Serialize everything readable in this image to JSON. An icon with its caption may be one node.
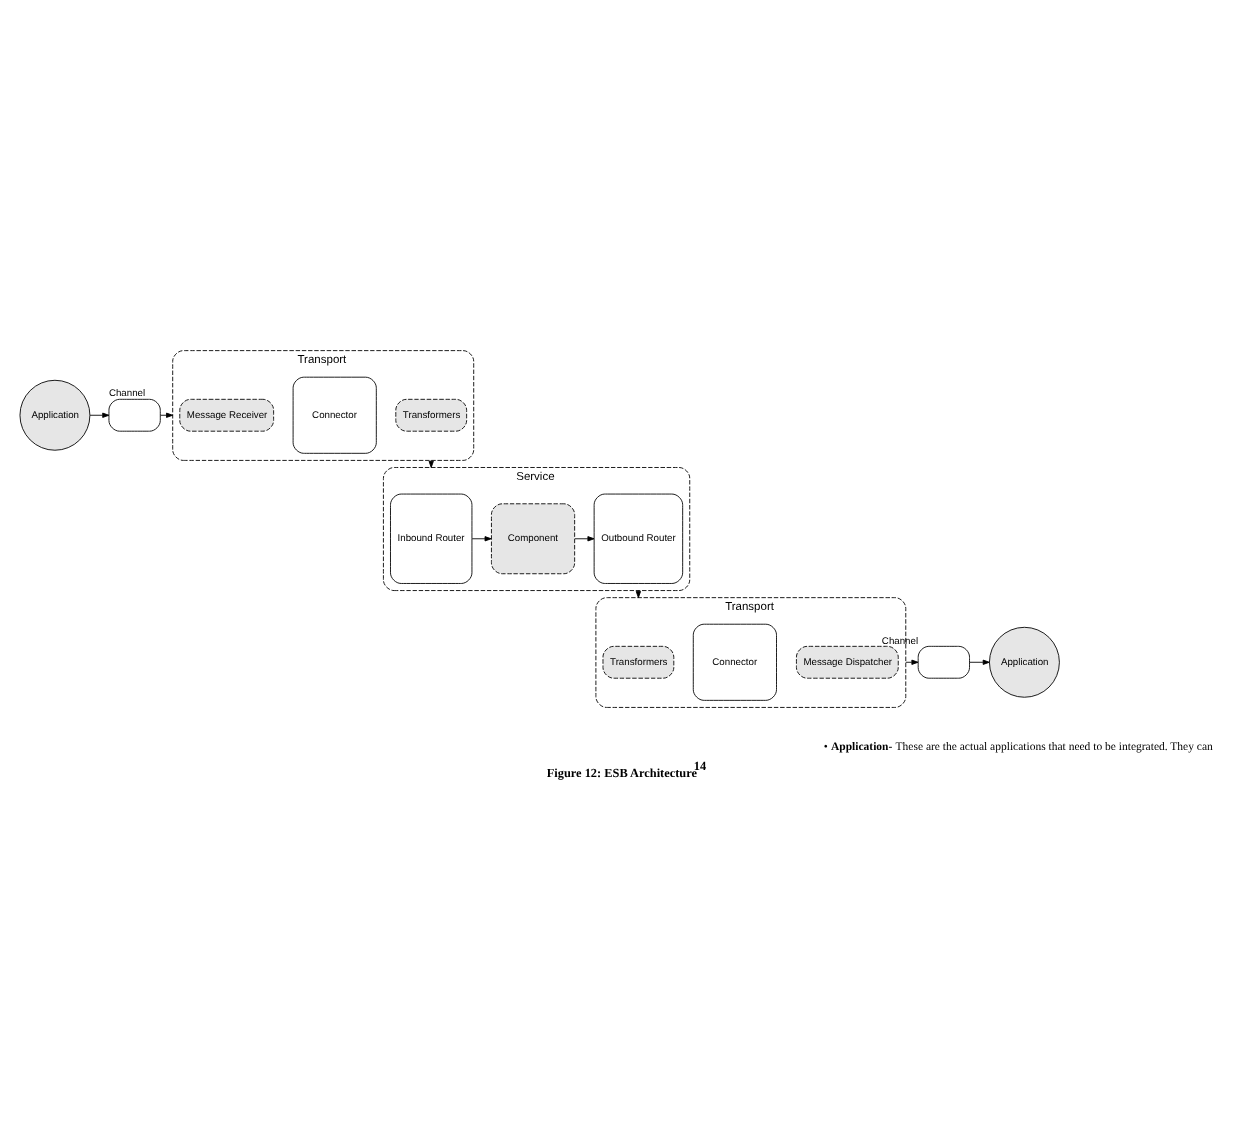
{
  "diagram": {
    "caption": "Figure 12: ESB Architecture$^{14}$",
    "nodes": [
      {
        "text": [
          "Application"
        ]
      },
      {
        "text": [],
        "shape": "box",
        "beside": [
          "Channel"
        ]
      },
      {
        "text": [
          "Transport"
        ]
      },
      {
        "text": [
          "Message Receiver"
        ],
        "in": 2
      },
      {
        "text": [
          "Connector"
        ],
        "in": 2
      },
      {
        "text": [
          "Transformers"
        ],
        "in": 2
      },
      {
        "text": [
          "Service"
        ]
      },
      {
        "text": [
          "Inbound Router"
        ],
        "in": 6
      },
      {
        "text": [
          "Component"
        ],
        "in": 6
      },
      {
        "text": [
          "Outbound Router"
        ],
        "in": 6
      },
      {
        "text": [
          "Transport"
        ]
      },
      {
        "text": [
          "Transformers"
        ],
        "in": 10
      },
      {
        "text": [
          "Connector"
        ],
        "in": 10
      },
      {
        "text": [
          "Message Dispatcher"
        ],
        "in": 10
      },
      {
        "text": [],
        "shape": "box",
        "beside": [
          "Channel"
        ]
      },
      {
        "text": [
          "Application"
        ]
      }
    ],
    "edges": [
      {
        "from": 0,
        "to": 1,
        "arrow": "to"
      },
      {
        "from": 1,
        "to": 2,
        "arrow": "to"
      },
      {
        "from": 2,
        "to": 6,
        "arrow": "to"
      },
      {
        "from": 7,
        "to": 8,
        "arrow": "to"
      },
      {
        "from": 8,
        "to": 9,
        "arrow": "to"
      },
      {
        "from": 6,
        "to": 10,
        "arrow": "to"
      },
      {
        "from": 10,
        "to": 14,
        "arrow": "to"
      },
      {
        "from": 14,
        "to": 15,
        "arrow": "to"
      }
    ],
    "labels": [
      "• **Application-** These are the actual applications that need to be integrated. They can"
    ]
  }
}
